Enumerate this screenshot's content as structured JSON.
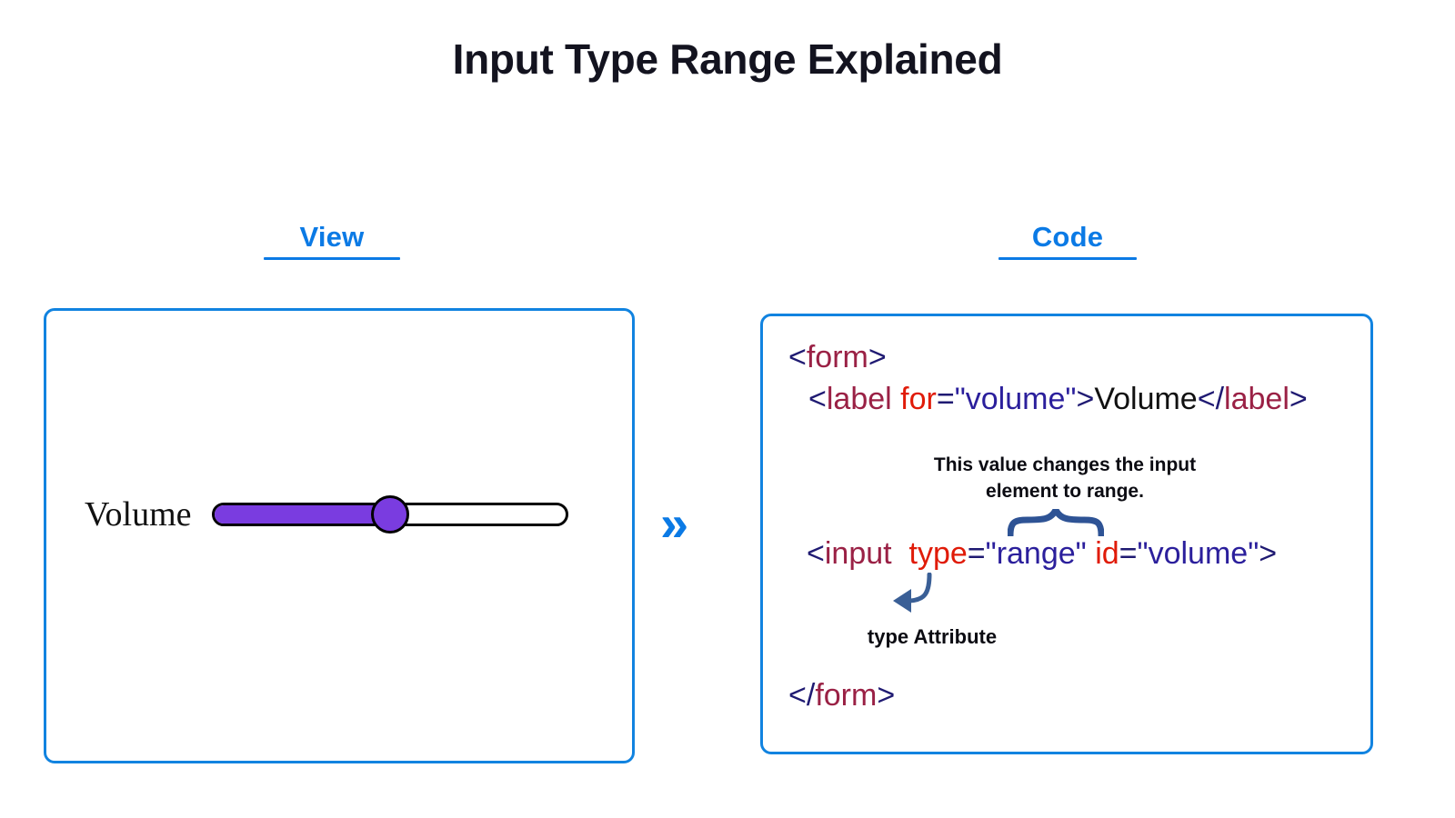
{
  "title": "Input Type Range Explained",
  "columns": {
    "view_heading": "View",
    "code_heading": "Code"
  },
  "flow_icon": "double-chevron-right",
  "view_panel": {
    "slider_label": "Volume",
    "slider": {
      "value_percent": 50,
      "fill_color": "#7a3ce0",
      "thumb_color": "#7a3ce0",
      "outline_color": "#000000",
      "track_color": "#ffffff"
    }
  },
  "code_panel": {
    "border_color": "#1183e0",
    "lines": {
      "form_open": {
        "lt": "<",
        "tag": "form",
        "gt": ">"
      },
      "label": {
        "lt": "<",
        "tag": "label",
        "attr": "for",
        "eq": "=",
        "value": "\"volume\"",
        "gt": ">",
        "text": "Volume",
        "close_lt": "</",
        "close_tag": "label",
        "close_gt": ">"
      },
      "input": {
        "lt": "<",
        "tag": "input",
        "attr1": "type",
        "eq1": "=",
        "value1": "\"range\"",
        "attr2": "id",
        "eq2": "=",
        "value2": "\"volume\"",
        "gt": ">"
      },
      "form_close": {
        "lt": "</",
        "tag": "form",
        "gt": ">"
      }
    },
    "syntax_colors": {
      "punctuation": "#1f1a72",
      "tag_name": "#9a2145",
      "attribute_name": "#e01b08",
      "attribute_value": "#2b1f9c",
      "text_content": "#111111"
    }
  },
  "annotations": {
    "range_note_line1": "This value changes the input",
    "range_note_line2": "element to range.",
    "type_attribute_label": "type Attribute",
    "brace_color": "#2e5395",
    "arrow_color": "#3a5f96"
  },
  "accent_color": "#0b7ae5"
}
